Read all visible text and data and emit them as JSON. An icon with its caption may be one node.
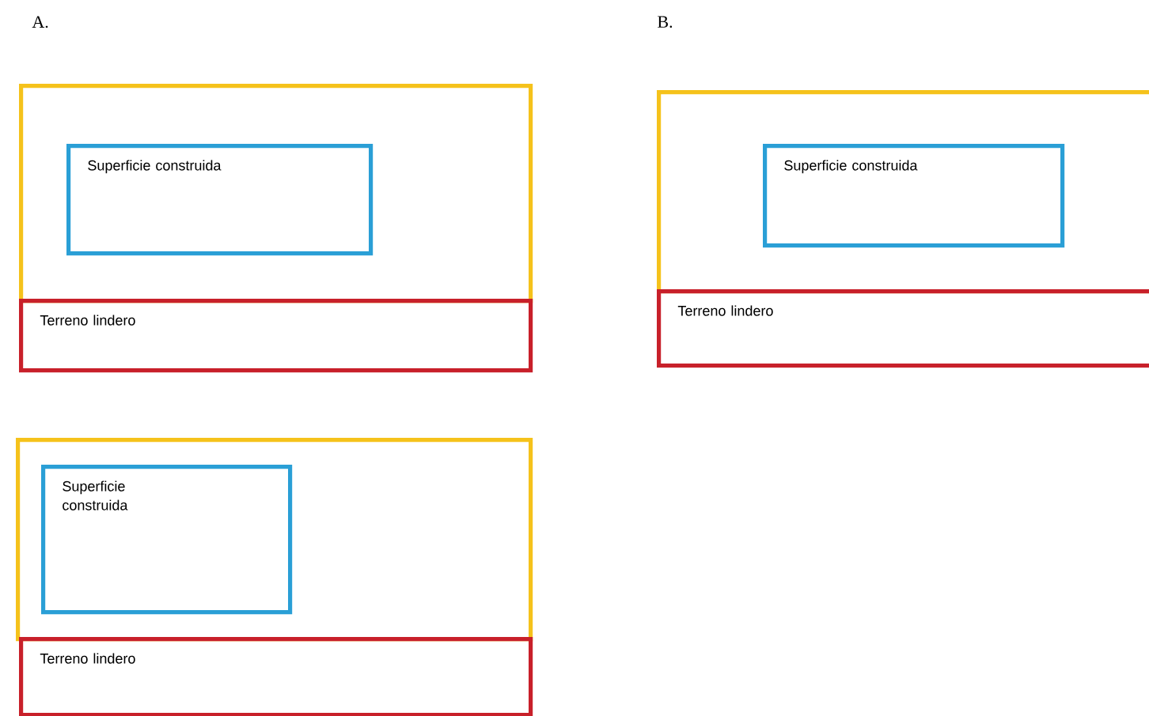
{
  "diagram": {
    "nodes": [
      {
        "text": [],
        "shape": "box"
      },
      {
        "text": [
          "Superficie construida"
        ],
        "in": 0
      },
      {
        "text": [
          "Terreno lindero"
        ]
      },
      {
        "text": [],
        "shape": "box"
      },
      {
        "text": [
          "Superficie construida"
        ],
        "in": 3
      },
      {
        "text": [
          "Terreno lindero"
        ]
      },
      {
        "text": [],
        "shape": "box"
      },
      {
        "text": [
          "Superficie construida"
        ],
        "in": 6
      },
      {
        "text": [
          "Terreno lindero"
        ]
      }
    ],
    "labels": [
      "A.",
      "B."
    ]
  }
}
